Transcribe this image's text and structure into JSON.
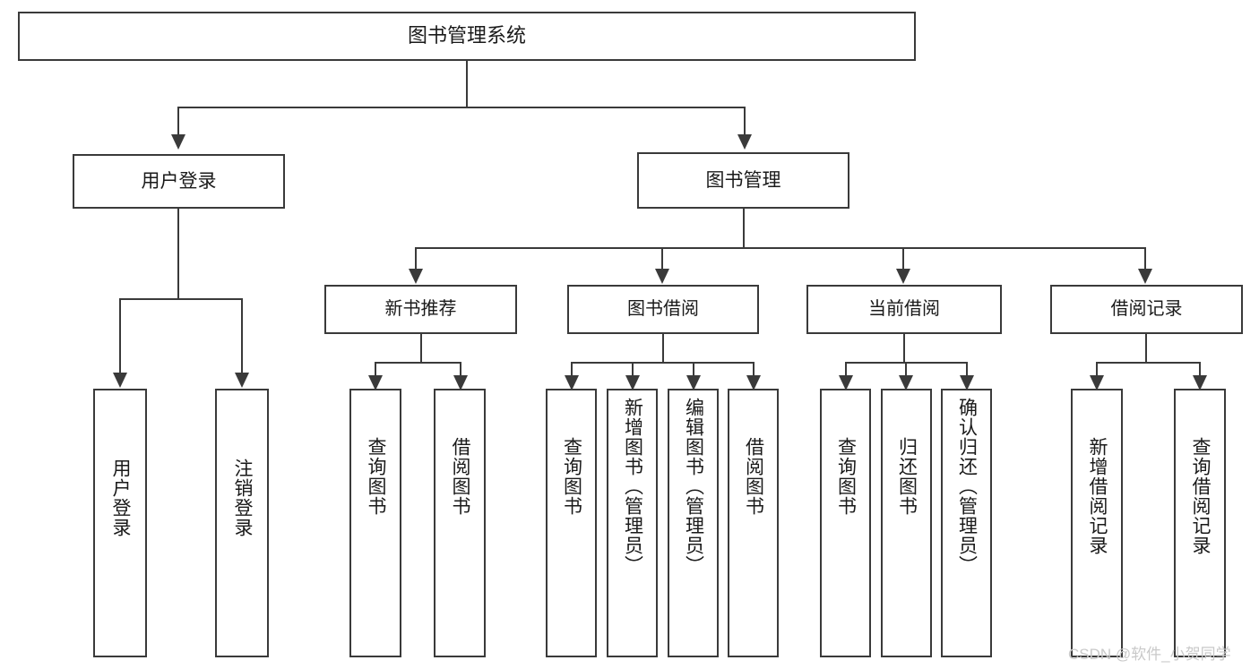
{
  "diagram": {
    "type": "tree-hierarchy-chart",
    "title": "图书管理系统",
    "watermark": "CSDN @软件_小贺同学",
    "colors": {
      "stroke": "#3a3a3a",
      "fill": "#ffffff",
      "text": "#1a1a1a",
      "watermark": "#c9c9c9"
    },
    "root": {
      "label": "图书管理系统"
    },
    "level1": [
      {
        "label": "用户登录"
      },
      {
        "label": "图书管理"
      }
    ],
    "level2": [
      {
        "label": "新书推荐"
      },
      {
        "label": "图书借阅"
      },
      {
        "label": "当前借阅"
      },
      {
        "label": "借阅记录"
      }
    ],
    "leaves": {
      "user_login": [
        {
          "label": "用户登录"
        },
        {
          "label": "注销登录"
        }
      ],
      "new_book_recommend": [
        {
          "label": "查询图书"
        },
        {
          "label": "借阅图书"
        }
      ],
      "book_borrow": [
        {
          "label": "查询图书"
        },
        {
          "label": "新增图书（管理员）"
        },
        {
          "label": "编辑图书（管理员）"
        },
        {
          "label": "借阅图书"
        }
      ],
      "current_borrow": [
        {
          "label": "查询图书"
        },
        {
          "label": "归还图书"
        },
        {
          "label": "确认归还（管理员）"
        }
      ],
      "borrow_record": [
        {
          "label": "新增借阅记录"
        },
        {
          "label": "查询借阅记录"
        }
      ]
    }
  }
}
